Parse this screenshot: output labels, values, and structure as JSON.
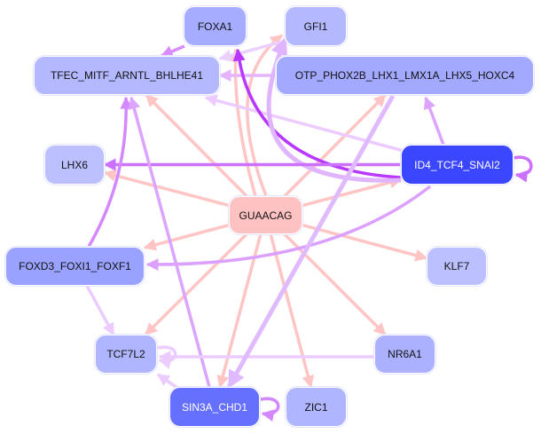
{
  "nodes": [
    {
      "id": "FOXA1",
      "label": "FOXA1",
      "fill": "#a6acff",
      "text": "#111111"
    },
    {
      "id": "GFI1",
      "label": "GFI1",
      "fill": "#b3b8ff",
      "text": "#111111"
    },
    {
      "id": "TFEC",
      "label": "TFEC_MITF_ARNTL_BHLHE41",
      "fill": "#b3b8ff",
      "text": "#111111"
    },
    {
      "id": "OTP",
      "label": "OTP_PHOX2B_LHX1_LMX1A_LHX5_HOXC4",
      "fill": "#a3a9ff",
      "text": "#111111"
    },
    {
      "id": "LHX6",
      "label": "LHX6",
      "fill": "#bcc0ff",
      "text": "#111111"
    },
    {
      "id": "ID4",
      "label": "ID4_TCF4_SNAI2",
      "fill": "#3a46ff",
      "text": "#ffffff"
    },
    {
      "id": "GUAACAG",
      "label": "GUAACAG",
      "fill": "#ffc2c2",
      "text": "#111111"
    },
    {
      "id": "FOXD3",
      "label": "FOXD3_FOXI1_FOXF1",
      "fill": "#9aa2ff",
      "text": "#111111"
    },
    {
      "id": "KLF7",
      "label": "KLF7",
      "fill": "#bcc0ff",
      "text": "#111111"
    },
    {
      "id": "TCF7L2",
      "label": "TCF7L2",
      "fill": "#b0b5ff",
      "text": "#111111"
    },
    {
      "id": "NR6A1",
      "label": "NR6A1",
      "fill": "#acb1ff",
      "text": "#111111"
    },
    {
      "id": "SIN3A",
      "label": "SIN3A_CHD1",
      "fill": "#6670ff",
      "text": "#ffffff"
    },
    {
      "id": "ZIC1",
      "label": "ZIC1",
      "fill": "#b0b5ff",
      "text": "#111111"
    }
  ],
  "edges": [
    {
      "from": "GUAACAG",
      "to": "TFEC",
      "color": "#ffc4c4"
    },
    {
      "from": "GUAACAG",
      "to": "FOXA1",
      "color": "#ffc4c4"
    },
    {
      "from": "GUAACAG",
      "to": "GFI1",
      "color": "#ffc4c4"
    },
    {
      "from": "GUAACAG",
      "to": "OTP",
      "color": "#ffc4c4"
    },
    {
      "from": "GUAACAG",
      "to": "LHX6",
      "color": "#ffc4c4"
    },
    {
      "from": "GUAACAG",
      "to": "ID4",
      "color": "#ffc4c4"
    },
    {
      "from": "GUAACAG",
      "to": "FOXD3",
      "color": "#ffc4c4"
    },
    {
      "from": "GUAACAG",
      "to": "KLF7",
      "color": "#ffc4c4"
    },
    {
      "from": "GUAACAG",
      "to": "TCF7L2",
      "color": "#ffc4c4"
    },
    {
      "from": "GUAACAG",
      "to": "SIN3A",
      "color": "#ffc4c4"
    },
    {
      "from": "GUAACAG",
      "to": "ZIC1",
      "color": "#ffc4c4"
    },
    {
      "from": "GUAACAG",
      "to": "NR6A1",
      "color": "#ffc4c4"
    },
    {
      "from": "FOXA1",
      "to": "TFEC",
      "color": "#d98cff"
    },
    {
      "from": "GFI1",
      "to": "TFEC",
      "color": "#ecd0ff"
    },
    {
      "from": "OTP",
      "to": "TFEC",
      "color": "#e6b4ff"
    },
    {
      "from": "ID4",
      "to": "TFEC",
      "color": "#ecccff"
    },
    {
      "from": "ID4",
      "to": "FOXA1",
      "color": "#b838ff"
    },
    {
      "from": "ID4",
      "to": "GFI1",
      "color": "#e0b4ff"
    },
    {
      "from": "ID4",
      "to": "LHX6",
      "color": "#cc70ff"
    },
    {
      "from": "ID4",
      "to": "OTP",
      "color": "#dca4ff"
    },
    {
      "from": "ID4",
      "to": "ID4",
      "color": "#cc70ff"
    },
    {
      "from": "ID4",
      "to": "FOXD3",
      "color": "#dca0ff"
    },
    {
      "from": "FOXD3",
      "to": "TFEC",
      "color": "#d488ff"
    },
    {
      "from": "SIN3A",
      "to": "TFEC",
      "color": "#dca4ff"
    },
    {
      "from": "FOXD3",
      "to": "TCF7L2",
      "color": "#ecccff"
    },
    {
      "from": "NR6A1",
      "to": "TCF7L2",
      "color": "#ecccff"
    },
    {
      "from": "TCF7L2",
      "to": "TCF7L2",
      "color": "#ecccff"
    },
    {
      "from": "SIN3A",
      "to": "TCF7L2",
      "color": "#ecccff"
    },
    {
      "from": "SIN3A",
      "to": "SIN3A",
      "color": "#d488ff"
    },
    {
      "from": "OTP",
      "to": "SIN3A",
      "color": "#e0baff"
    }
  ]
}
